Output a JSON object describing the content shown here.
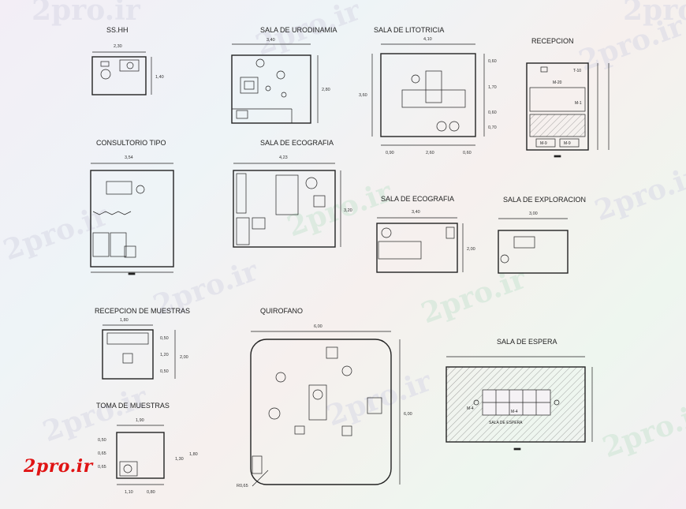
{
  "rooms": {
    "sshh": "SS.HH",
    "urodinamia": "SALA DE URODINAMIA",
    "litotricia": "SALA DE LITOTRICIA",
    "recepcion": "RECEPCION",
    "consultorio": "CONSULTORIO TIPO",
    "ecografia_1": "SALA DE ECOGRAFIA",
    "ecografia_2": "SALA DE ECOGRAFIA",
    "exploracion": "SALA DE EXPLORACION",
    "recepcion_muestras": "RECEPCION DE MUESTRAS",
    "quirofano": "QUIROFANO",
    "espera": "SALA DE ESPERA",
    "toma_muestras": "TOMA DE MUESTRAS"
  },
  "dims": {
    "sshh_w": "2,30",
    "sshh_h": "1,40",
    "uro_w": "3,40",
    "uro_h": "2,80",
    "lito_w": "4,10",
    "lito_h": "3,60",
    "lito_r1": "0,60",
    "lito_r2": "1,70",
    "lito_r3": "0,60",
    "lito_r4": "0,70",
    "lito_b1": "0,90",
    "lito_b2": "2,60",
    "lito_b3": "0,60",
    "cons_w": "3,54",
    "eco1_w": "4,23",
    "eco1_h": "3,20",
    "eco2_w": "3,40",
    "eco2_h": "2,00",
    "expl_w": "3,00",
    "rm_w": "1,80",
    "rm_r1": "0,50",
    "rm_r2": "1,20",
    "rm_r3": "0,50",
    "rm_h": "2,00",
    "quir_w": "6,00",
    "quir_h": "6,00",
    "quir_r": "R0,65",
    "tm_w": "1,90",
    "tm_l1": "0,50",
    "tm_l2": "0,65",
    "tm_l3": "0,65",
    "tm_r1": "1,30",
    "tm_r2": "1,80",
    "tm_b1": "1,10",
    "tm_b2": "0,80"
  },
  "tags": {
    "rec_m9a": "M-9",
    "rec_m9b": "M-9",
    "rec_m1": "M-1",
    "rec_m20": "M-20",
    "rec_t": "T-10",
    "esp_m": "M-4",
    "esp_m2": "M-4",
    "esp_label": "SALA DE ESPERA"
  },
  "watermark": {
    "text": "2pro.ir",
    "logo": "2pro.ir"
  }
}
